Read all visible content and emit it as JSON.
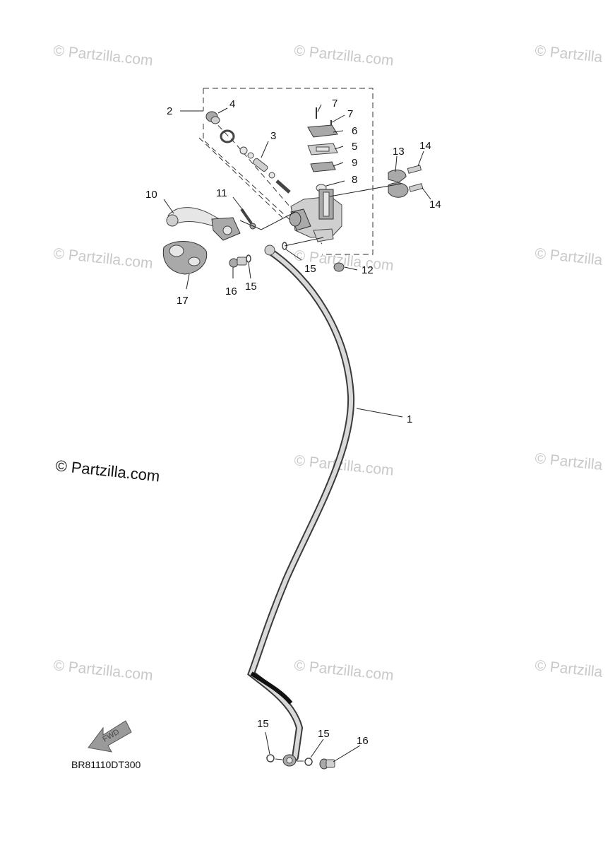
{
  "watermark": {
    "text": "© Partzilla.com",
    "text_clipped": "© Partzilla"
  },
  "diagram_code": "BR81110DT300",
  "fwd_label": "FWD",
  "callouts": {
    "c1": "1",
    "c2": "2",
    "c3": "3",
    "c4": "4",
    "c5": "5",
    "c6": "6",
    "c7a": "7",
    "c7b": "7",
    "c8": "8",
    "c9": "9",
    "c10": "10",
    "c11": "11",
    "c12": "12",
    "c13": "13",
    "c14a": "14",
    "c14b": "14",
    "c15a": "15",
    "c15b": "15",
    "c15c": "15",
    "c15d": "15",
    "c16a": "16",
    "c16b": "16",
    "c17": "17"
  }
}
